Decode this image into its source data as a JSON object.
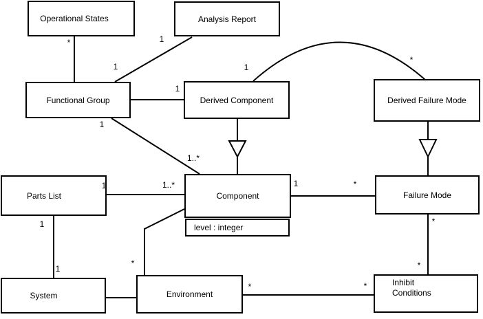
{
  "diagram": {
    "type": "uml-class-diagram",
    "colors": {
      "line": "#000000",
      "box_fill": "#ffffff",
      "text": "#000000",
      "background": "#ffffff"
    },
    "classes": {
      "operational_states": {
        "name": "Operational States"
      },
      "analysis_report": {
        "name": "Analysis Report"
      },
      "functional_group": {
        "name": "Functional Group"
      },
      "derived_component": {
        "name": "Derived Component"
      },
      "derived_failure_mode": {
        "name": "Derived Failure Mode"
      },
      "parts_list": {
        "name": "Parts List"
      },
      "component": {
        "name": "Component",
        "attribute": "level : integer"
      },
      "failure_mode": {
        "name": "Failure Mode"
      },
      "system": {
        "name": "System"
      },
      "environment": {
        "name": "Environment"
      },
      "inhibit_conditions": {
        "name": "Inhibit Conditions",
        "line1": "Inhibit",
        "line2": "Conditions"
      }
    },
    "labels": [
      {
        "text": "*",
        "near": "Operational States end of Operational States-Functional Group"
      },
      {
        "text": "1",
        "near": "Functional Group end of Operational States-Functional Group"
      },
      {
        "text": "1",
        "near": "Analysis Report end of Analysis Report-Functional Group"
      },
      {
        "text": "1",
        "near": "Derived Component end of Functional Group-Derived Component"
      },
      {
        "text": "1",
        "near": "Derived Component end of arc to Derived Failure Mode"
      },
      {
        "text": "*",
        "near": "Derived Failure Mode end of arc"
      },
      {
        "text": "1",
        "near": "Functional Group end of Functional Group-Component"
      },
      {
        "text": "1..*",
        "near": "Component end of Functional Group-Component"
      },
      {
        "text": "1",
        "near": "Parts List end of Parts List-Component"
      },
      {
        "text": "1..*",
        "near": "Component end of Parts List-Component"
      },
      {
        "text": "1",
        "near": "Component end of Component-Failure Mode"
      },
      {
        "text": "*",
        "near": "Failure Mode end of Component-Failure Mode"
      },
      {
        "text": "1",
        "near": "Parts List end of Parts List-System"
      },
      {
        "text": "1",
        "near": "System end of Parts List-System"
      },
      {
        "text": "*",
        "near": "Environment end of Environment-Component"
      },
      {
        "text": "*",
        "near": "Environment end of Environment-Inhibit Conditions"
      },
      {
        "text": "*",
        "near": "Inhibit Conditions end of Environment-Inhibit Conditions"
      },
      {
        "text": "*",
        "near": "Failure Mode end of Failure Mode-Inhibit Conditions"
      },
      {
        "text": "*",
        "near": "Inhibit Conditions end of Failure Mode-Inhibit Conditions"
      }
    ],
    "relations": [
      {
        "from": "Operational States",
        "to": "Functional Group",
        "type": "association",
        "from_mult": "*",
        "to_mult": "1"
      },
      {
        "from": "Analysis Report",
        "to": "Functional Group",
        "type": "association",
        "from_mult": "1"
      },
      {
        "from": "Functional Group",
        "to": "Derived Component",
        "type": "association",
        "to_mult": "1"
      },
      {
        "from": "Derived Component",
        "to": "Derived Failure Mode",
        "type": "association",
        "from_mult": "1",
        "to_mult": "*"
      },
      {
        "from": "Derived Component",
        "to": "Component",
        "type": "generalization"
      },
      {
        "from": "Derived Failure Mode",
        "to": "Failure Mode",
        "type": "generalization"
      },
      {
        "from": "Functional Group",
        "to": "Component",
        "type": "association",
        "from_mult": "1",
        "to_mult": "1..*"
      },
      {
        "from": "Parts List",
        "to": "Component",
        "type": "association",
        "from_mult": "1",
        "to_mult": "1..*"
      },
      {
        "from": "Component",
        "to": "Failure Mode",
        "type": "association",
        "from_mult": "1",
        "to_mult": "*"
      },
      {
        "from": "Parts List",
        "to": "System",
        "type": "association",
        "from_mult": "1",
        "to_mult": "1"
      },
      {
        "from": "System",
        "to": "Environment",
        "type": "association"
      },
      {
        "from": "Environment",
        "to": "Component",
        "type": "association",
        "from_mult": "*"
      },
      {
        "from": "Environment",
        "to": "Inhibit Conditions",
        "type": "association",
        "from_mult": "*",
        "to_mult": "*"
      },
      {
        "from": "Failure Mode",
        "to": "Inhibit Conditions",
        "type": "association",
        "from_mult": "*",
        "to_mult": "*"
      }
    ]
  }
}
